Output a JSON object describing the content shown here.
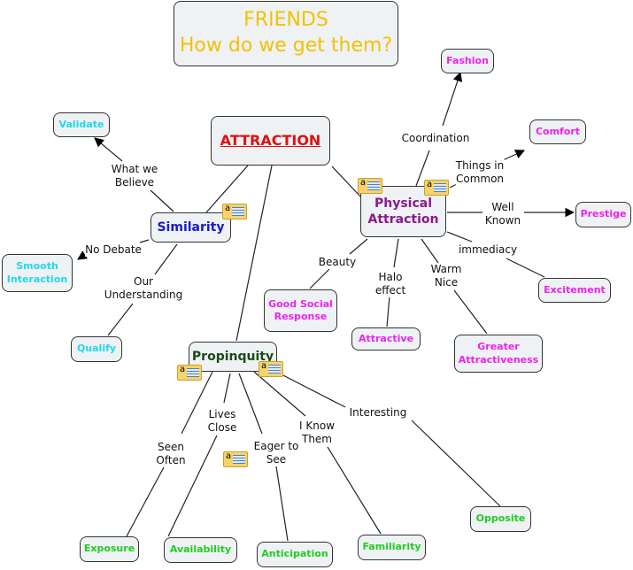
{
  "title": {
    "line1": "FRIENDS",
    "line2": "How do we get them?"
  },
  "colors": {
    "title": "#f5c000",
    "main": "#e01010",
    "similarity": "#1a1acc",
    "physical": "#8b1a8b",
    "propinquity": "#1a4a1a",
    "sim_leaf": "#22d8ea",
    "phys_leaf": "#ee22ee",
    "prop_leaf": "#22cc22"
  },
  "nodes": {
    "attraction": "ATTRACTION",
    "similarity": "Similarity",
    "physical": "Physical\nAttraction",
    "propinquity": "Propinquity",
    "validate": "Validate",
    "smooth": "Smooth\nInteraction",
    "qualify": "Qualify",
    "fashion": "Fashion",
    "comfort": "Comfort",
    "prestige": "Prestige",
    "excitement": "Excitement",
    "good_social": "Good Social\nResponse",
    "attractive": "Attractive",
    "greater": "Greater\nAttractiveness",
    "exposure": "Exposure",
    "availability": "Availability",
    "anticipation": "Anticipation",
    "familiarity": "Familiarity",
    "opposite": "Opposite"
  },
  "links": {
    "what_we_believe": "What we\nBelieve",
    "no_debate": "No Debate",
    "our_understanding": "Our\nUnderstanding",
    "coordination": "Coordination",
    "things_in_common": "Things in\nCommon",
    "well_known": "Well\nKnown",
    "immediacy": "immediacy",
    "beauty": "Beauty",
    "halo": "Halo\neffect",
    "warm_nice": "Warm\nNice",
    "seen_often": "Seen\nOften",
    "lives_close": "Lives\nClose",
    "eager": "Eager to\nSee",
    "i_know": "I Know\nThem",
    "interesting": "Interesting"
  },
  "note_icon_text": "a"
}
